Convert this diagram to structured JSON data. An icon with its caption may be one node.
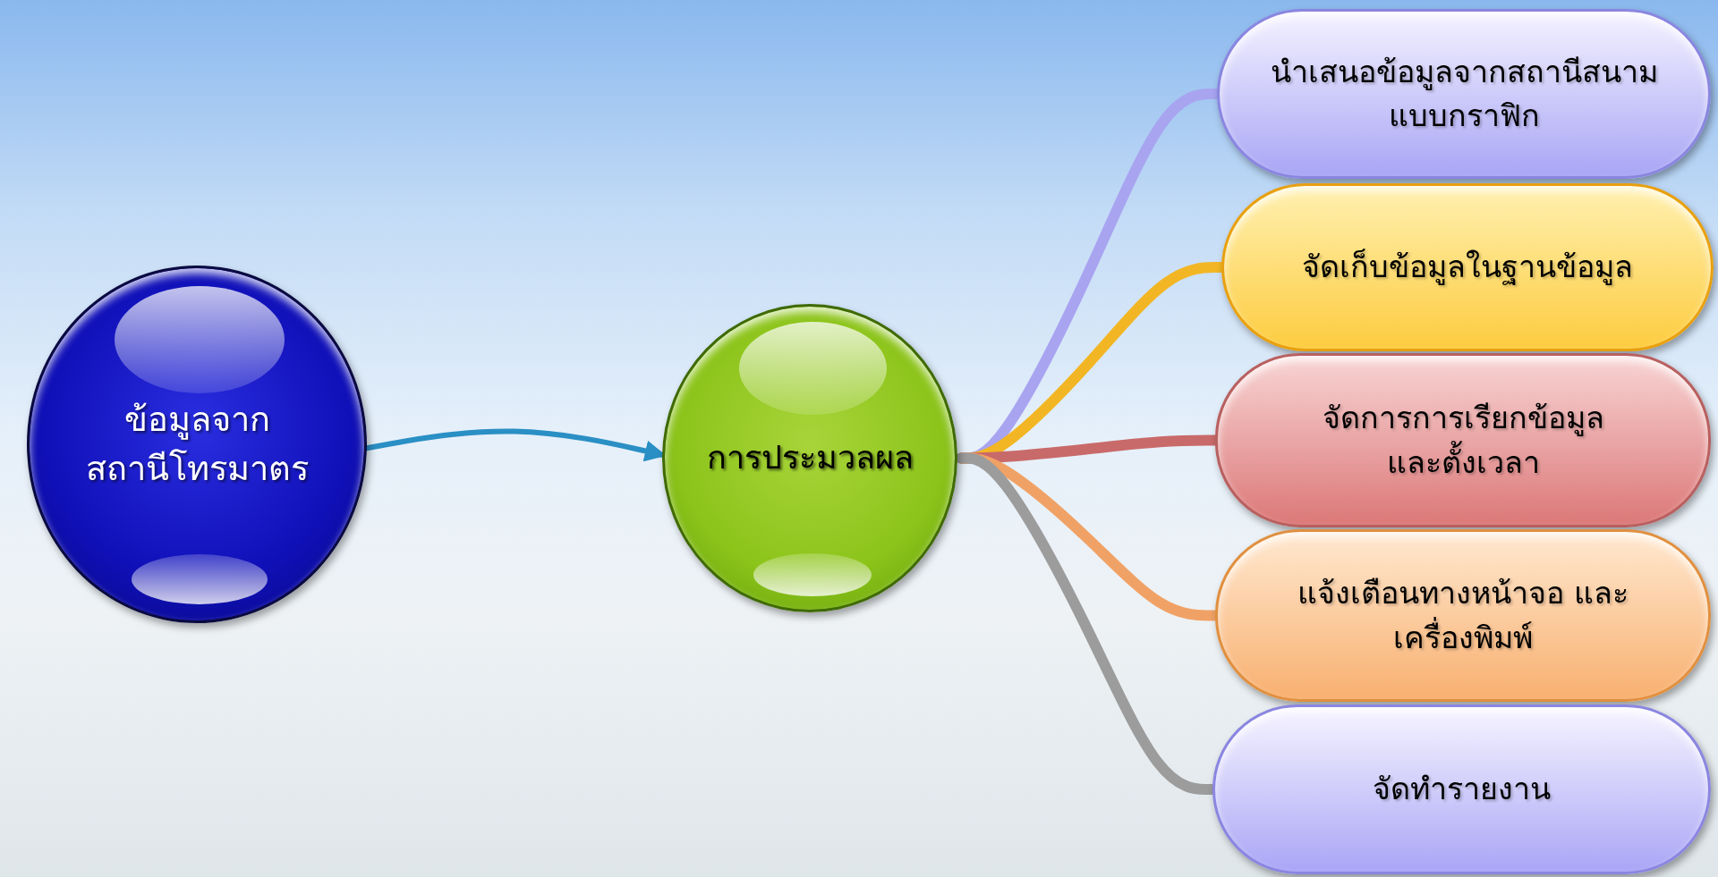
{
  "diagram": {
    "nodes": [
      {
        "text": [
          "ข้อมูลจาก สถานีโทรมาตร"
        ]
      },
      {
        "text": [
          "การประมวลผล"
        ]
      },
      {
        "text": [
          "นำเสนอข้อมูลจากสถานีสนาม แบบกราฟิก"
        ]
      },
      {
        "text": [
          "จัดเก็บข้อมูลในฐานข้อมูล"
        ]
      },
      {
        "text": [
          "จัดการการเรียกข้อมูล และตั้งเวลา"
        ]
      },
      {
        "text": [
          "แจ้งเตือนทางหน้าจอ และเครื่องพิมพ์"
        ]
      },
      {
        "text": [
          "จัดทำรายงาน"
        ]
      }
    ],
    "edges": [
      {
        "from": 0,
        "to": 1,
        "arrow": "to",
        "color": "#2a8fc4"
      },
      {
        "from": 1,
        "to": 2,
        "arrow": "none",
        "color": "#a8a4f0"
      },
      {
        "from": 1,
        "to": 3,
        "arrow": "none",
        "color": "#f2b624"
      },
      {
        "from": 1,
        "to": 4,
        "arrow": "none",
        "color": "#c96a6a"
      },
      {
        "from": 1,
        "to": 5,
        "arrow": "none",
        "color": "#f0a266"
      },
      {
        "from": 1,
        "to": 6,
        "arrow": "none",
        "color": "#9c9c9c"
      }
    ]
  }
}
